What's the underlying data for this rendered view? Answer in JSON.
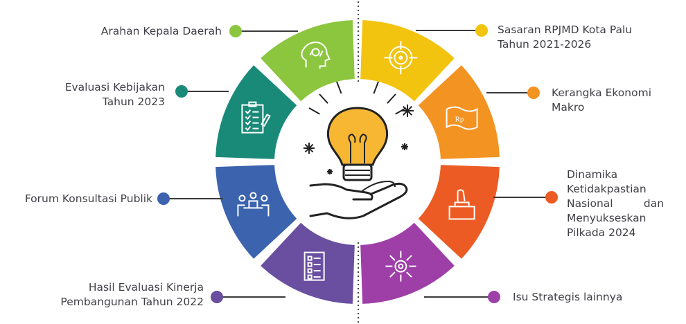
{
  "segments": [
    {
      "key": "arahan",
      "label_lines": [
        "Arahan Kepala Daerah"
      ],
      "color": "#8cc63f",
      "icon": "puzzle-head-icon"
    },
    {
      "key": "sasaran",
      "label_lines": [
        "Sasaran  RPJMD  Kota  Palu",
        "Tahun 2021-2026"
      ],
      "color": "#f2c40f",
      "icon": "target-icon"
    },
    {
      "key": "kerangka",
      "label_lines": [
        "Kerangka Ekonomi Makro"
      ],
      "color": "#f39322",
      "icon": "money-bill-icon",
      "icon_text": "Rp"
    },
    {
      "key": "dinamika",
      "label_lines": [
        "Dinamika",
        "Ketidakpastian",
        "Nasional         dan",
        "Menyukseskan",
        "Pilkada 2024"
      ],
      "color": "#ec5b24",
      "icon": "ballot-box-icon"
    },
    {
      "key": "isu",
      "label_lines": [
        "Isu Strategis lainnya"
      ],
      "color": "#9e3fa8",
      "icon": "gear-arrows-icon"
    },
    {
      "key": "hasil",
      "label_lines": [
        "Hasil Evaluasi Kinerja",
        "Pembangunan Tahun 2022"
      ],
      "color": "#6a4ea0",
      "icon": "checklist-icon"
    },
    {
      "key": "forum",
      "label_lines": [
        "Forum Konsultasi Publik"
      ],
      "color": "#3b63ae",
      "icon": "meeting-table-icon"
    },
    {
      "key": "evaluasi",
      "label_lines": [
        "Evaluasi Kebijakan",
        "Tahun 2023"
      ],
      "color": "#1a8a78",
      "icon": "clipboard-check-icon"
    }
  ],
  "center": {
    "icon": "lightbulb-hand-icon",
    "bulb_color": "#f7b733"
  }
}
